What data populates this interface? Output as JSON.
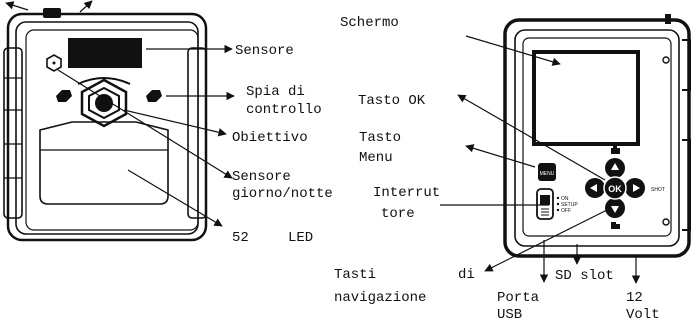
{
  "labels": {
    "sensore": "Sensore",
    "spia_1": "Spia di",
    "spia_2": "controllo",
    "obiettivo": "Obiettivo",
    "sensore_gn_1": "Sensore",
    "sensore_gn_2": "giorno/notte",
    "led_count": "52",
    "led": "LED",
    "schermo": "Schermo",
    "tasto_ok": "Tasto OK",
    "tasto_menu_1": "Tasto",
    "tasto_menu_2": "Menu",
    "interruttore_1": "Interrut",
    "interruttore_2": "tore",
    "tasti_nav_1": "Tasti",
    "tasti_nav_di": "di",
    "tasti_nav_2": "navigazione",
    "sd_slot": "SD slot",
    "porta_usb_1": "Porta",
    "porta_usb_2": "USB",
    "volt_1": "12",
    "volt_2": "Volt"
  },
  "device_text": {
    "menu_button": "MENU",
    "ok_button": "OK",
    "switch_on": "ON",
    "switch_setup": "SETUP",
    "switch_off": "OFF",
    "shot": "SHOT"
  }
}
